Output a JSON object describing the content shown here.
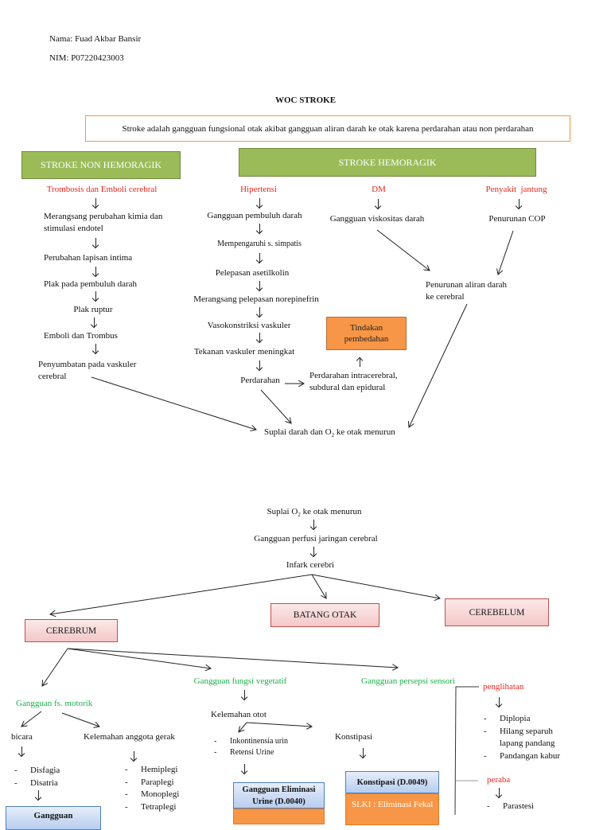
{
  "header": {
    "name": "Nama: Fuad Akbar Bansir",
    "nim": "NIM: P07220423003",
    "title": "WOC STROKE"
  },
  "definition": "Stroke adalah gangguan fungsional otak akibat gangguan aliran darah ke otak karena perdarahan atau non perdarahan",
  "non_hemoragik": {
    "label": "STROKE NON HEMORAGIK",
    "cause": "Trombosis dan Emboli cerebral",
    "steps": [
      "Merangsang perubahan kimia dan",
      "stimulasi endotel",
      "Perubahan lapisan intima",
      "Plak pada pembuluh darah",
      "Plak ruptur",
      "Emboli dan Trombus",
      "Penyumbatan pada vaskuler",
      "cerebral"
    ]
  },
  "hemoragik": {
    "label": "STROKE HEMORAGIK",
    "hipertensi": {
      "cause": "Hipertensi",
      "steps": [
        "Gangguan pembuluh darah",
        "Mempengaruhi s. simpatis",
        "Pelepasan asetilkolin",
        "Merangsang pelepasan norepinefrin",
        "Vasokonstriksi vaskuler",
        "Tekanan vaskuler meningkat",
        "Perdarahan"
      ]
    },
    "perdarahan_detail": [
      "Perdarahan intracerebral,",
      "subdural dan epidural"
    ],
    "tindakan": "Tindakan pembedahan",
    "dm": {
      "cause": "DM",
      "step": "Gangguan viskositas darah"
    },
    "jantung": {
      "cause": "Penyakit  jantung",
      "step": "Penurunan COP"
    },
    "penurunan_aliran": [
      "Penurunan aliran darah",
      "ke cerebral"
    ]
  },
  "suplai_menurun": {
    "pre": "Suplai darah dan O",
    "sub": "2",
    "post": " ke otak menurun"
  },
  "part2": {
    "suplai": {
      "pre": "Suplai O",
      "sub": "2",
      "post": " ke otak menurun"
    },
    "perfusi": "Gangguan perfusi jaringan cerebral",
    "infark": "Infark cerebri",
    "regions": [
      "CEREBRUM",
      "BATANG OTAK",
      "CEREBELUM"
    ],
    "motorik": {
      "label": "Gangguan fs. motorik",
      "bicara": "bicara",
      "bicara_items": [
        "Disfagia",
        "Disatria"
      ],
      "bicara_box": "Gangguan",
      "anggota": "Kelemahan anggota gerak",
      "anggota_items": [
        "Hemiplegi",
        "Paraplegi",
        "Monoplegi",
        "Tetraplegi"
      ]
    },
    "vegetatif": {
      "label": "Gangguan fungsi vegetatif",
      "kelemahan": "Kelemahan otot",
      "items": [
        "Inkontinensia urin",
        "Retensi Urine"
      ],
      "urine_box": "Gangguan Eliminasi Urine (D.0040)",
      "konstipasi": "Konstipasi",
      "konstipasi_box": "Konstipasi (D.0049)",
      "konstipasi_slki": "SLKI : Eliminasi Fekal"
    },
    "sensori": {
      "label": "Gangguan persepsi sensori",
      "penglihatan": "penglihatan",
      "penglihatan_items": [
        "Diplopia",
        "Hilang separuh",
        "lapang pandang",
        "Pandangan kabur"
      ],
      "peraba": "peraba",
      "peraba_items": [
        "Parastesi"
      ]
    }
  }
}
